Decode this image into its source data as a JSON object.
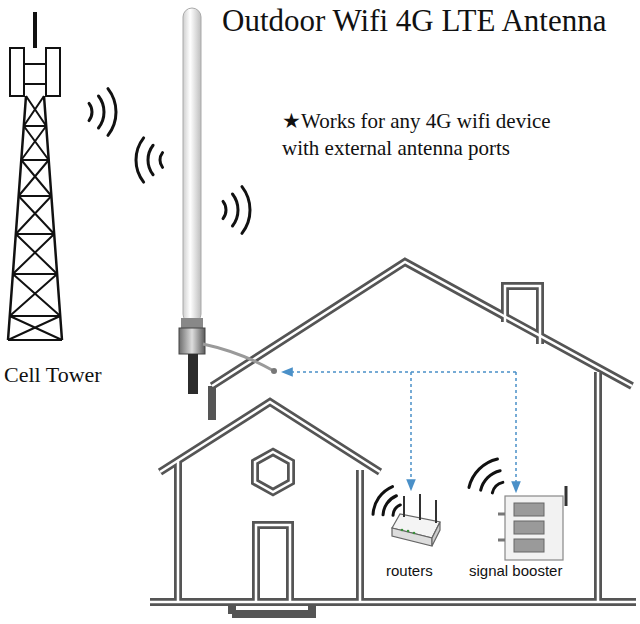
{
  "diagram": {
    "title": "Outdoor Wifi 4G LTE Antenna",
    "nodes": [
      {
        "text": [
          "Cell Tower"
        ]
      },
      {
        "text": [
          "routers"
        ]
      },
      {
        "text": [
          "signal booster"
        ]
      }
    ],
    "labels": [
      "★Works for any 4G wifi device with external antenna ports"
    ]
  }
}
